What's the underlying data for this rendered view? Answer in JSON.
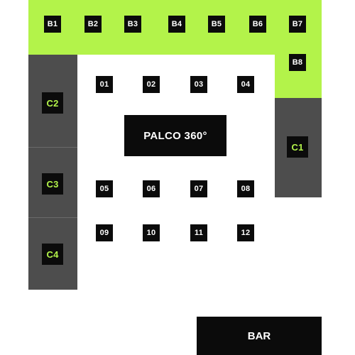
{
  "colors": {
    "lime": "#b3f34a",
    "dark_gray": "#4d4d4d",
    "black": "#0b0b0b",
    "white": "#ffffff"
  },
  "stage": {
    "label": "PALCO 360°"
  },
  "bar": {
    "label": "BAR"
  },
  "b_tables": [
    "B1",
    "B2",
    "B3",
    "B4",
    "B5",
    "B6",
    "B7",
    "B8"
  ],
  "c_tables": [
    "C1",
    "C2",
    "C3",
    "C4"
  ],
  "floor_tables": [
    "01",
    "02",
    "03",
    "04",
    "05",
    "06",
    "07",
    "08",
    "09",
    "10",
    "11",
    "12"
  ]
}
